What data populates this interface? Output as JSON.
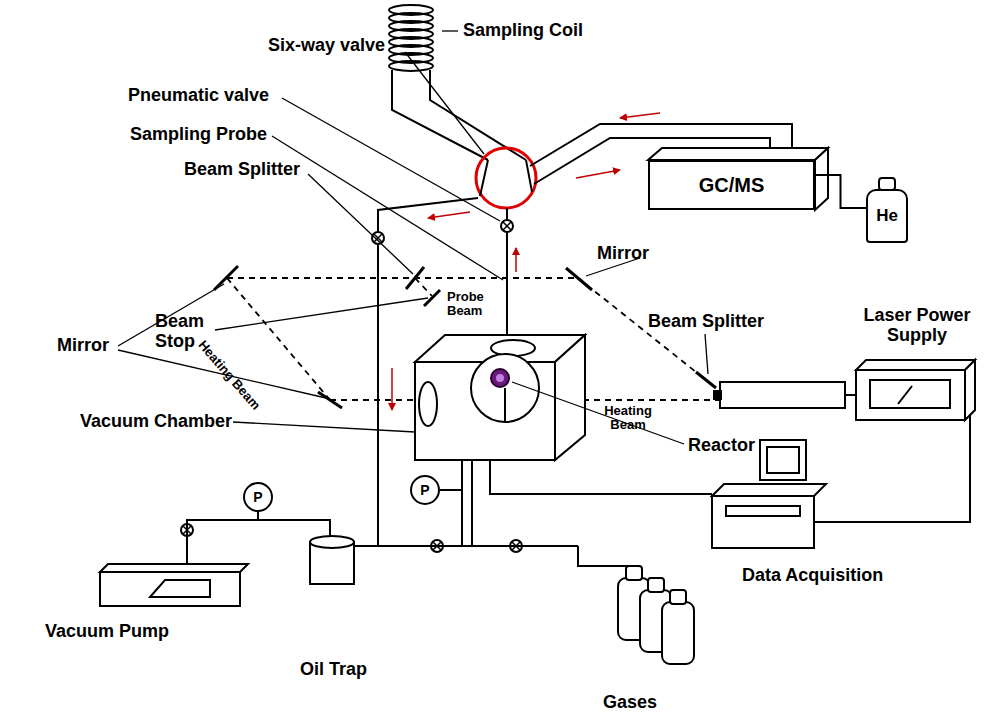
{
  "diagram": {
    "nodes": [
      {
        "text": [
          "GC/MS"
        ]
      },
      {
        "text": [
          "He"
        ]
      },
      {
        "text": [
          "P"
        ]
      },
      {
        "text": [
          "P"
        ]
      }
    ],
    "edges": [
      {
        "from": 0,
        "to": 1,
        "arrow": "none"
      }
    ],
    "labels": [
      "Sampling Coil",
      "Six-way valve",
      "Pneumatic valve",
      "Sampling Probe",
      "Beam Splitter",
      "Mirror",
      "Beam Splitter",
      "Laser Power Supply",
      "Beam Stop",
      "Probe Beam",
      "Heating Beam",
      "Mirror",
      "Heating Beam",
      "Vacuum Chamber",
      "Reactor",
      "Data Acquisition",
      "Vacuum Pump",
      "Oil Trap",
      "Gases"
    ]
  }
}
